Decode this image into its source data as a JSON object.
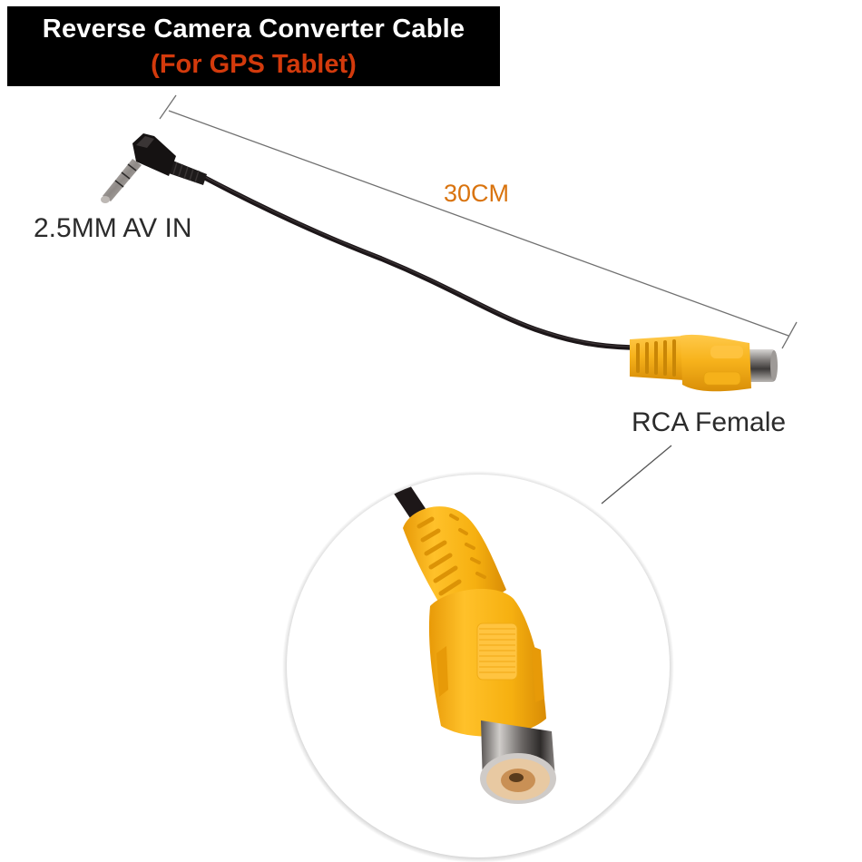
{
  "banner": {
    "title": "Reverse Camera Converter Cable",
    "subtitle": "(For GPS Tablet)",
    "background_color": "#000000",
    "title_color": "#ffffff",
    "subtitle_color": "#d33a0c"
  },
  "labels": {
    "input_connector": "2.5MM AV IN",
    "cable_length": "30CM",
    "cable_length_color": "#d9730d",
    "output_connector": "RCA Female"
  },
  "colors": {
    "cable": "#1c1618",
    "rca_body": "#f5b21a",
    "rca_body_shadow": "#e39a0c",
    "metal": "#8f8c8a",
    "dimension_line": "#707070"
  },
  "detail_view": {
    "shape": "circle",
    "subject": "RCA Female connector close-up"
  }
}
